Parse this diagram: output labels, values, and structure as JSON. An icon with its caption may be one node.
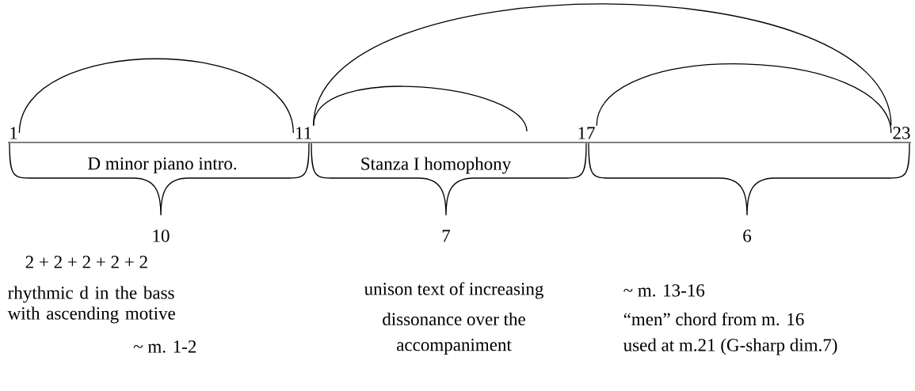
{
  "diagram": {
    "nodes": [
      {
        "text": [
          "1"
        ]
      },
      {
        "text": [
          "11"
        ]
      },
      {
        "text": [
          "17"
        ]
      },
      {
        "text": [
          "23"
        ]
      }
    ],
    "edges": [
      {
        "from": 0,
        "to": 1,
        "arrow": "none"
      },
      {
        "from": 1,
        "to": null,
        "arrow": "none"
      },
      {
        "from": 1,
        "to": 3,
        "arrow": "none"
      },
      {
        "from": 2,
        "to": 3,
        "arrow": "none"
      }
    ],
    "labels": [
      "D minor piano intro.",
      "Stanza I homophony",
      "10",
      "7",
      "6",
      "2 + 2 + 2 + 2 + 2",
      "rhythmic d in the bass with ascending motive",
      "~ m. 1-2",
      "unison text of increasing",
      "dissonance over the",
      "accompaniment",
      "~ m. 13-16",
      "“men” chord from m. 16",
      "used at m.21 (G-sharp dim.7)"
    ]
  }
}
